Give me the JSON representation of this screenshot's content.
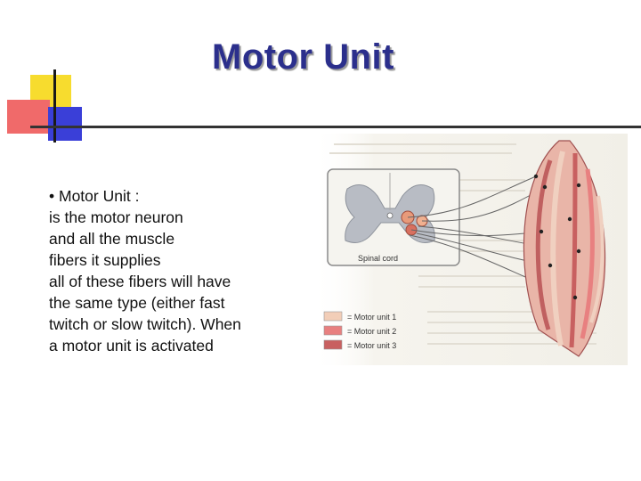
{
  "slide": {
    "title": "Motor Unit",
    "bullet_lines": [
      "• Motor Unit :",
      "is the motor neuron",
      "and all the muscle",
      "fibers it supplies",
      "all of these fibers will have",
      "the same type (either fast",
      "twitch or slow twitch). When",
      "a motor unit is activated"
    ]
  },
  "figure": {
    "spinal_label": "Spinal cord",
    "legend": [
      {
        "label": "= Motor unit 1",
        "color": "#f2ceb8"
      },
      {
        "label": "= Motor unit 2",
        "color": "#e88080"
      },
      {
        "label": "= Motor unit 3",
        "color": "#c86060"
      }
    ]
  }
}
